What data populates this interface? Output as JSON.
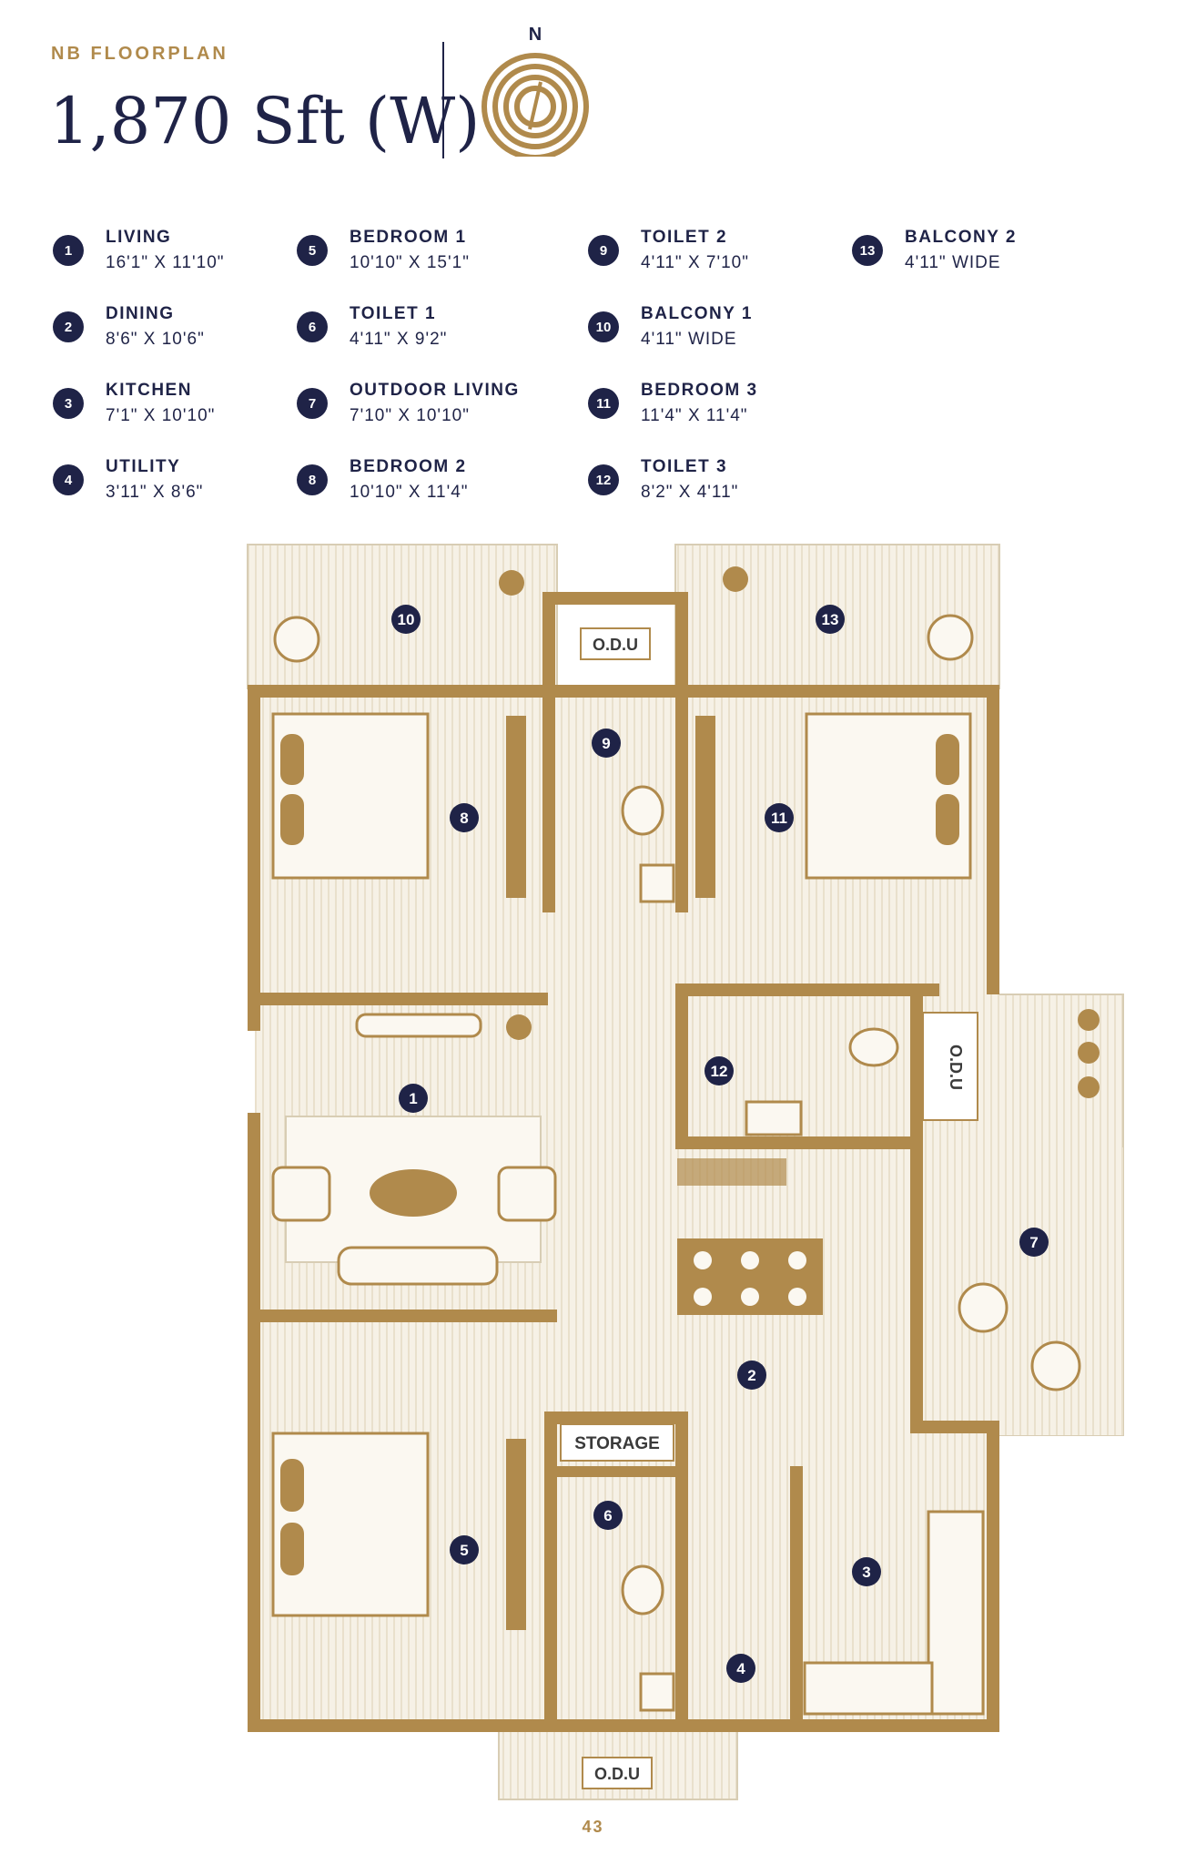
{
  "header": {
    "eyebrow": "NB FLOORPLAN",
    "title": "1,870 Sft (W)",
    "compass_label": "N"
  },
  "legend": [
    {
      "number": "1",
      "name": "LIVING",
      "dimensions": "16'1\" X 11'10\""
    },
    {
      "number": "2",
      "name": "DINING",
      "dimensions": "8'6\" X 10'6\""
    },
    {
      "number": "3",
      "name": "KITCHEN",
      "dimensions": "7'1\" X 10'10\""
    },
    {
      "number": "4",
      "name": "UTILITY",
      "dimensions": "3'11\" X 8'6\""
    },
    {
      "number": "5",
      "name": "BEDROOM 1",
      "dimensions": "10'10\" X 15'1\""
    },
    {
      "number": "6",
      "name": "TOILET 1",
      "dimensions": "4'11\" X 9'2\""
    },
    {
      "number": "7",
      "name": "OUTDOOR LIVING",
      "dimensions": "7'10\" X 10'10\""
    },
    {
      "number": "8",
      "name": "BEDROOM 2",
      "dimensions": "10'10\" X 11'4\""
    },
    {
      "number": "9",
      "name": "TOILET 2",
      "dimensions": "4'11\" X 7'10\""
    },
    {
      "number": "10",
      "name": "BALCONY 1",
      "dimensions": "4'11\" WIDE"
    },
    {
      "number": "11",
      "name": "BEDROOM 3",
      "dimensions": "11'4\" X 11'4\""
    },
    {
      "number": "12",
      "name": "TOILET 3",
      "dimensions": "8'2\" X 4'11\""
    },
    {
      "number": "13",
      "name": "BALCONY 2",
      "dimensions": "4'11\" WIDE"
    }
  ],
  "plan_labels": {
    "odu": "O.D.U",
    "storage": "STORAGE"
  },
  "page_number": "43",
  "colors": {
    "navy": "#1f2347",
    "gold": "#b08a4c",
    "wall": "#b08a4c",
    "floor": "#f3eee2"
  }
}
